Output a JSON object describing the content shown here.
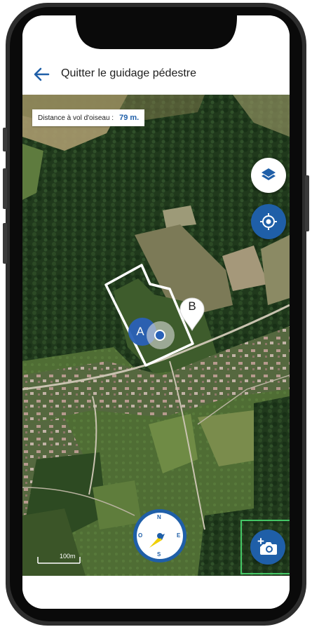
{
  "header": {
    "title": "Quitter le guidage pédestre"
  },
  "map": {
    "distance_label": "Distance à vol d'oiseau :",
    "distance_value": "79 m.",
    "marker_a": "A",
    "marker_b": "B",
    "scale": "100m",
    "compass": {
      "north": "N",
      "east": "E",
      "south": "S",
      "west": "O"
    }
  },
  "icons": {
    "back": "arrow-left-icon",
    "layers": "layers-icon",
    "locate": "crosshair-icon",
    "camera": "camera-add-icon"
  },
  "colors": {
    "primary": "#1f5fa8",
    "highlight": "#44c766",
    "compass_arrow": "#f0d000"
  }
}
